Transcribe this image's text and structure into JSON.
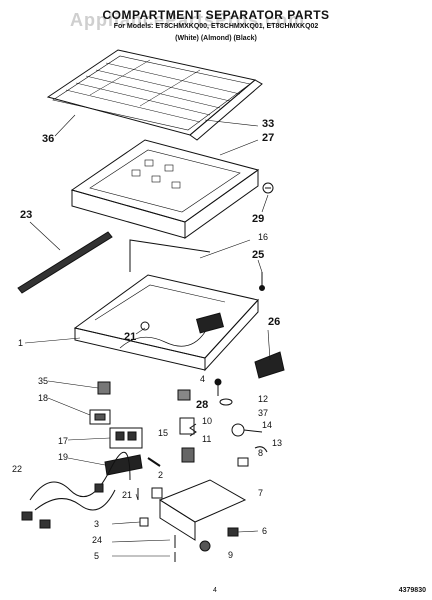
{
  "header": {
    "watermark": "AppliancePartsPros.com",
    "title": "COMPARTMENT SEPARATOR PARTS",
    "models_line": "For Models: ET8CHMXKQ00, ET8CHMXKQ01, ET8CHMXKQ02",
    "colors_line": "(White)     (Almond)     (Black)"
  },
  "callouts": [
    "36",
    "33",
    "27",
    "29",
    "23",
    "16",
    "25",
    "26",
    "1",
    "21",
    "35",
    "4",
    "18",
    "12",
    "28",
    "37",
    "10",
    "14",
    "17",
    "15",
    "11",
    "13",
    "19",
    "8",
    "22",
    "2",
    "7",
    "21",
    "3",
    "6",
    "24",
    "5",
    "9"
  ],
  "footer": {
    "page_number": "4",
    "doc_number": "4379830"
  }
}
